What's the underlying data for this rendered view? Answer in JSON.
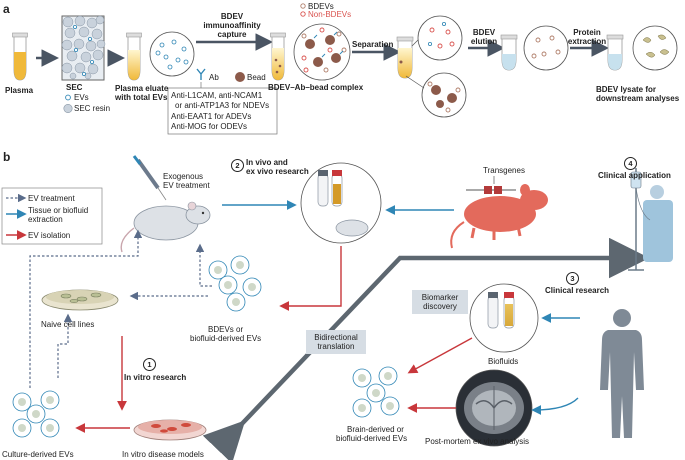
{
  "panel_a": {
    "letter": "a",
    "plasma": "Plasma",
    "sec": "SEC",
    "legend_evs": "EVs",
    "legend_sec_resin": "SEC resin",
    "plasma_eluate_line1": "Plasma eluate",
    "plasma_eluate_line2": "with total EVs",
    "bdev_capture_line1": "BDEV",
    "bdev_capture_line2": "immunoaffinity",
    "bdev_capture_line3": "capture",
    "ab_label": "Ab",
    "bead_label": "Bead",
    "legend_bdevs": "BDEVs",
    "legend_non_bdevs": "Non-BDEVs",
    "complex_label": "BDEV–Ab–bead complex",
    "separation": "Separation",
    "bdev_elution_line1": "BDEV",
    "bdev_elution_line2": "elution",
    "protein_extraction_line1": "Protein",
    "protein_extraction_line2": "extraction",
    "lysate_line1": "BDEV lysate for",
    "lysate_line2": "downstream analyses",
    "antibodies": [
      "Anti-L1CAM, anti-NCAM1",
      "or anti-ATP1A3 for NDEVs",
      "Anti-EAAT1 for ADEVs",
      "Anti-MOG for ODEVs"
    ]
  },
  "panel_b": {
    "letter": "b",
    "legend": [
      {
        "label": "EV treatment",
        "color": "#5a6c8a",
        "style": "dashed"
      },
      {
        "label": "Tissue or biofluid",
        "label2": "extraction",
        "color": "#2f86b5",
        "style": "solid"
      },
      {
        "label": "EV isolation",
        "color": "#c8373b",
        "style": "solid"
      }
    ],
    "exogenous_line1": "Exogenous",
    "exogenous_line2": "EV treatment",
    "step2_num": "2",
    "step2_line1": "In vivo and",
    "step2_line2": "ex vivo research",
    "transgenes": "Transgenes",
    "step4_num": "4",
    "step4_label": "Clinical application",
    "step3_num": "3",
    "step3_label": "Clinical research",
    "biomarker_line1": "Biomarker",
    "biomarker_line2": "discovery",
    "bidirectional_line1": "Bidirectional",
    "bidirectional_line2": "translation",
    "naive_cell_lines": "Naive cell lines",
    "bdevs_biofluid_line1": "BDEVs or",
    "bdevs_biofluid_line2": "biofluid-derived EVs",
    "step1_num": "1",
    "step1_label": "In vitro research",
    "biofluids": "Biofluids",
    "brain_derived_line1": "Brain-derived or",
    "brain_derived_line2": "biofluid-derived EVs",
    "post_mortem": "Post-mortem ex vivo analysis",
    "culture_derived": "Culture-derived EVs",
    "in_vitro_models": "In vitro disease models"
  },
  "colors": {
    "blue_arrow": "#2f86b5",
    "red_arrow": "#c8373b",
    "dashed_arrow": "#5a6c8a",
    "bdev_dot": "#b07e6a",
    "non_bdev_dot": "#d9534f",
    "grey_band": "#5d6770",
    "text": "#222222"
  }
}
